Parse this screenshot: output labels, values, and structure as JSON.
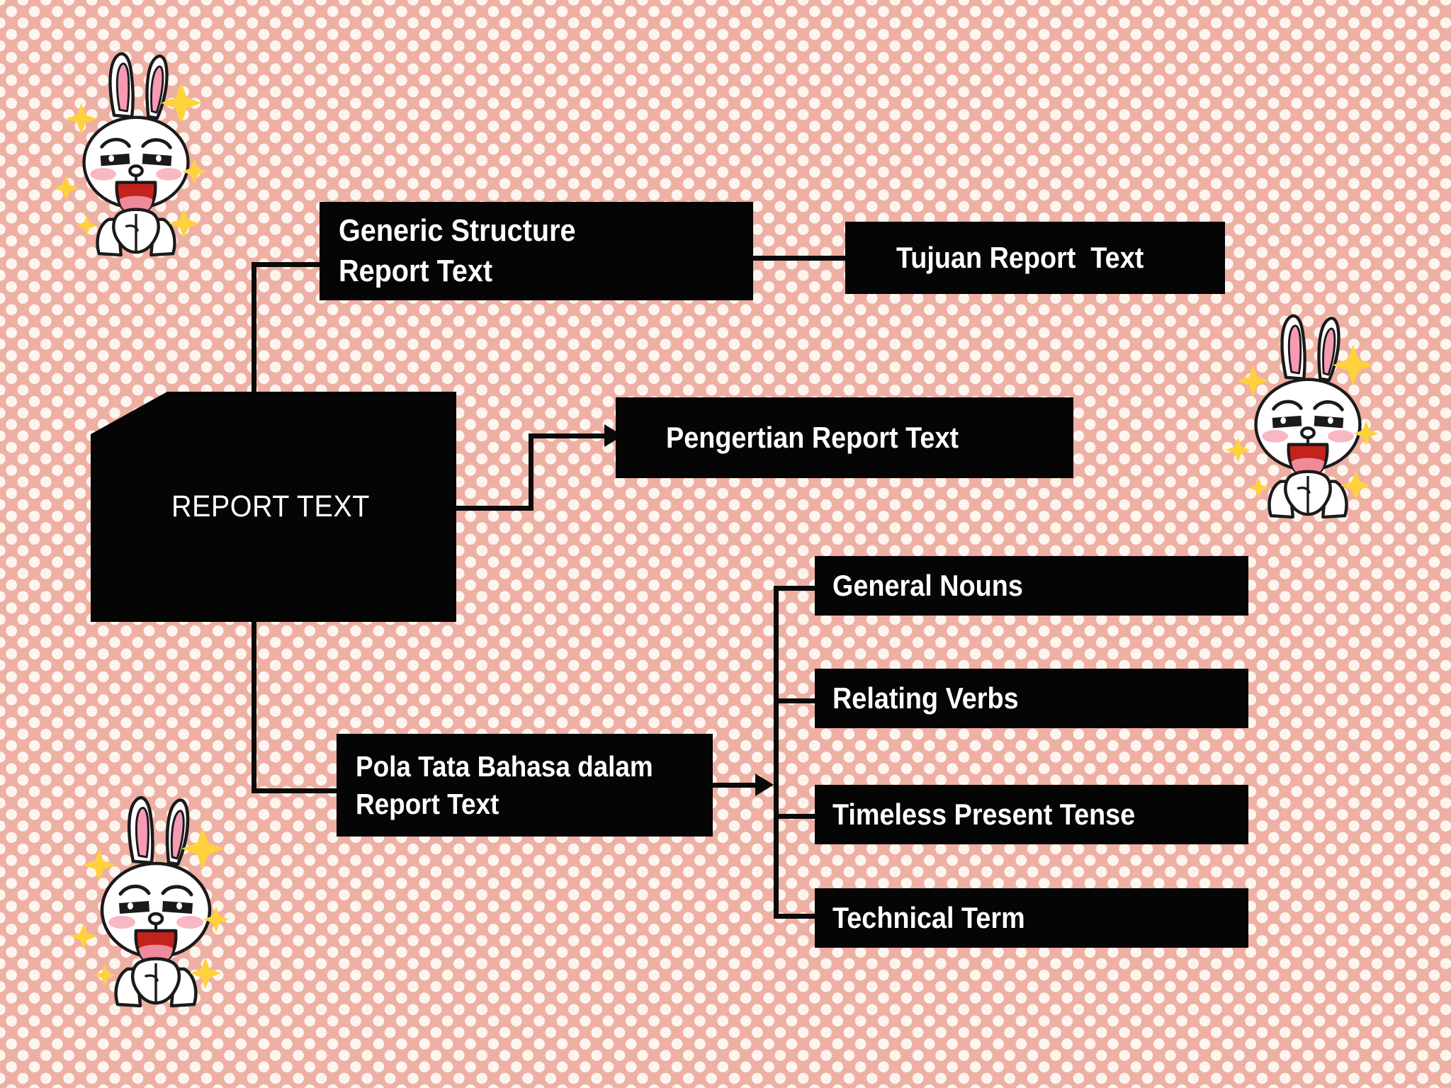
{
  "diagram": {
    "title": "Report Text mind map",
    "root": {
      "label": "REPORT TEXT"
    },
    "nodes": [
      {
        "id": "generic-structure",
        "label": "Generic Structure\nReport Text"
      },
      {
        "id": "tujuan-report-text",
        "label": "Tujuan Report  Text"
      },
      {
        "id": "pengertian-report-text",
        "label": "Pengertian Report Text"
      },
      {
        "id": "pola-tata-bahasa",
        "label": "Pola Tata Bahasa dalam\nReport Text"
      }
    ],
    "grammar_points": [
      {
        "id": "general-nouns",
        "label": "General Nouns"
      },
      {
        "id": "relating-verbs",
        "label": "Relating Verbs"
      },
      {
        "id": "timeless-present-tense",
        "label": "Timeless Present Tense"
      },
      {
        "id": "technical-term",
        "label": "Technical Term"
      }
    ],
    "colors": {
      "node_fill": "#050505",
      "node_text": "#ffffff",
      "connector": "#0a0a0a",
      "background_pink": "#eeb0a4",
      "background_dot": "#fdf6f0",
      "sticker_ear_pink": "#f79bb4",
      "sticker_mouth_red": "#c4231c",
      "sticker_tongue": "#ef8a9b",
      "sticker_cheek": "#f7b7c3",
      "sparkle_yellow": "#ffd23b"
    },
    "decorations": [
      {
        "id": "sticker-top-left",
        "name": "cony-rabbit-sticker"
      },
      {
        "id": "sticker-right",
        "name": "cony-rabbit-sticker"
      },
      {
        "id": "sticker-bottom-left",
        "name": "cony-rabbit-sticker"
      }
    ]
  }
}
